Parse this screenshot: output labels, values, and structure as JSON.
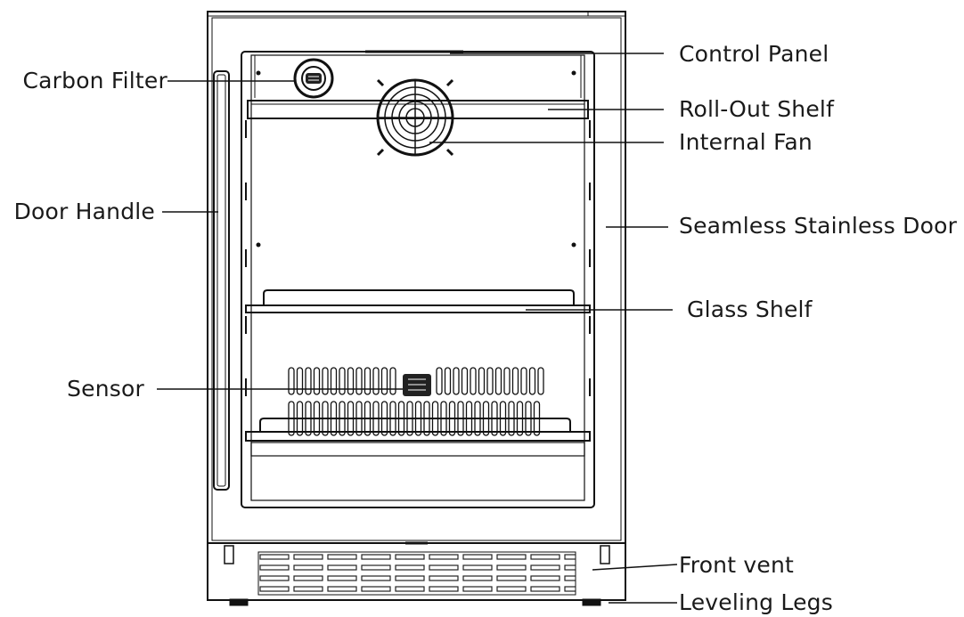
{
  "labels": {
    "carbon_filter": "Carbon Filter",
    "door_handle": "Door Handle",
    "sensor": "Sensor",
    "control_panel": "Control Panel",
    "roll_out_shelf": "Roll-Out Shelf",
    "internal_fan": "Internal Fan",
    "seamless_stainless_door": "Seamless Stainless Door",
    "glass_shelf": "Glass Shelf",
    "front_vent": "Front vent",
    "leveling_legs": "Leveling Legs"
  }
}
